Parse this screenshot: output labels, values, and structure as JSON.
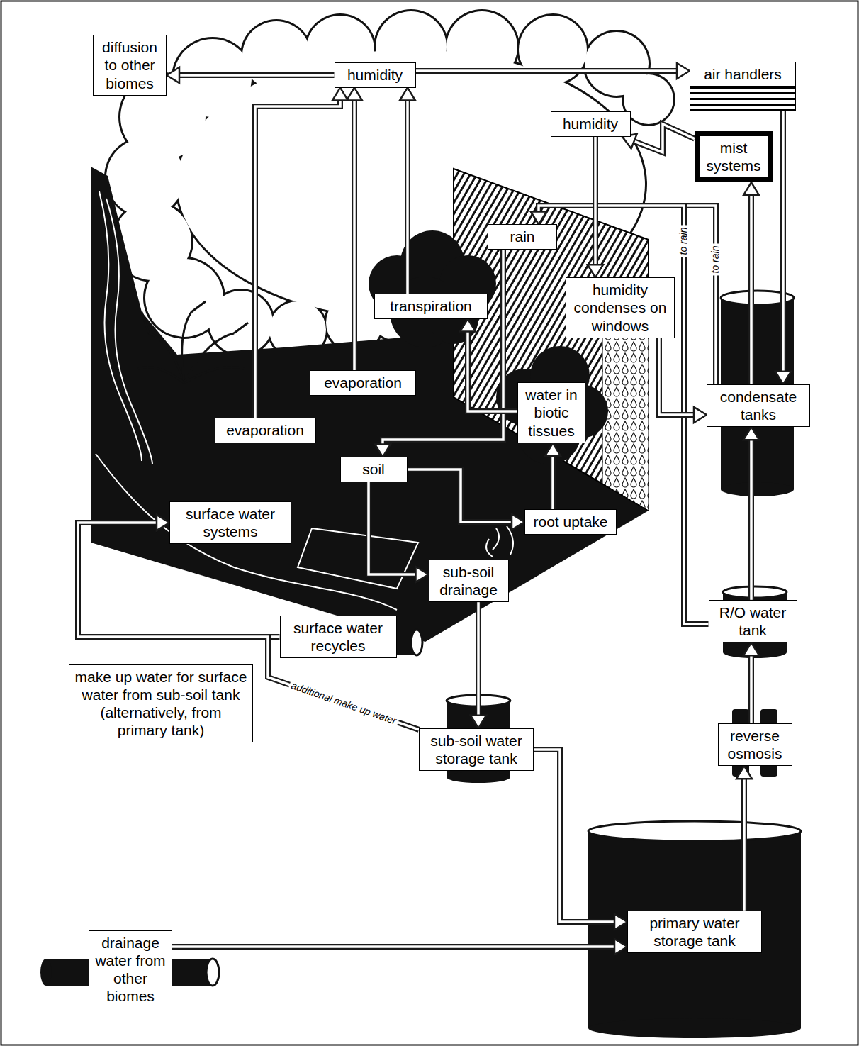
{
  "diagram": {
    "nodes": [
      {
        "text": [
          "diffusion to other biomes"
        ]
      },
      {
        "text": [
          "humidity"
        ]
      },
      {
        "text": [
          "air handlers"
        ]
      },
      {
        "text": [
          "humidity"
        ]
      },
      {
        "text": [
          "mist systems"
        ]
      },
      {
        "text": [
          "rain"
        ]
      },
      {
        "text": [
          "transpiration"
        ]
      },
      {
        "text": [
          "humidity condenses on windows"
        ]
      },
      {
        "text": [
          "evaporation"
        ]
      },
      {
        "text": [
          "evaporation"
        ]
      },
      {
        "text": [
          "water in biotic tissues"
        ]
      },
      {
        "text": [
          "condensate tanks"
        ]
      },
      {
        "text": [
          "soil"
        ]
      },
      {
        "text": [
          "surface water systems"
        ]
      },
      {
        "text": [
          "root uptake"
        ]
      },
      {
        "text": [
          "sub-soil drainage"
        ]
      },
      {
        "text": [
          "surface water recycles"
        ]
      },
      {
        "text": [
          "R/O water tank"
        ]
      },
      {
        "text": [
          "make up water for surface water from sub-soil tank (alternatively, from primary tank)"
        ]
      },
      {
        "text": [
          "reverse osmosis"
        ]
      },
      {
        "text": [
          "sub-soil water storage tank"
        ]
      },
      {
        "text": [
          "primary water storage tank"
        ]
      },
      {
        "text": [
          "drainage water from other biomes"
        ]
      }
    ],
    "edges": [
      {
        "from": 1,
        "to": 0,
        "arrow": "to"
      },
      {
        "from": 1,
        "to": 2,
        "arrow": "to"
      },
      {
        "from": 2,
        "to": 11,
        "arrow": "to"
      },
      {
        "from": 4,
        "to": 3,
        "arrow": "to"
      },
      {
        "from": 11,
        "to": 4,
        "arrow": "to"
      },
      {
        "from": 11,
        "to": 5,
        "label": "to rain",
        "arrow": "to"
      },
      {
        "from": 17,
        "to": 5,
        "label": "to rain",
        "arrow": "to"
      },
      {
        "from": 3,
        "to": 7,
        "arrow": "to"
      },
      {
        "from": 7,
        "to": 11,
        "arrow": "to"
      },
      {
        "from": 8,
        "to": 1,
        "arrow": "to"
      },
      {
        "from": 9,
        "to": 1,
        "arrow": "to"
      },
      {
        "from": 6,
        "to": 1,
        "arrow": "to"
      },
      {
        "from": 5,
        "to": 12,
        "arrow": "to"
      },
      {
        "from": 12,
        "to": 15,
        "arrow": "to"
      },
      {
        "from": 12,
        "to": 14,
        "arrow": "to"
      },
      {
        "from": 14,
        "to": 10,
        "arrow": "to"
      },
      {
        "from": 10,
        "to": 6,
        "arrow": "to"
      },
      {
        "from": 15,
        "to": 20,
        "arrow": "to"
      },
      {
        "from": 20,
        "to": 21,
        "arrow": "to"
      },
      {
        "from": 22,
        "to": 21,
        "arrow": "to"
      },
      {
        "from": 21,
        "to": 19,
        "arrow": "to"
      },
      {
        "from": 19,
        "to": 17,
        "arrow": "to"
      },
      {
        "from": 17,
        "to": 11,
        "arrow": "to"
      },
      {
        "from": 16,
        "to": 13,
        "arrow": "to"
      },
      {
        "from": 20,
        "to": 13,
        "label": "additional make up water",
        "arrow": "to"
      }
    ]
  }
}
